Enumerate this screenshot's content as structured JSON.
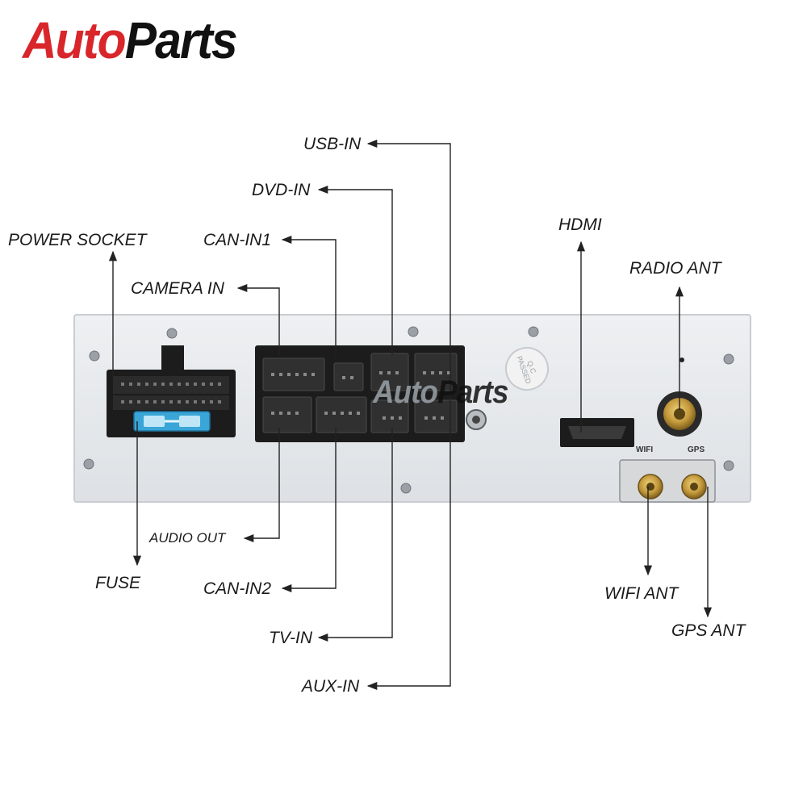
{
  "logo": {
    "part1": "Auto",
    "part2": "Parts"
  },
  "watermark": {
    "part1": "Auto",
    "part2": "Parts"
  },
  "qc_sticker": "Q.C PASSED",
  "port_labels": {
    "wifi": "WIFI",
    "gps": "GPS"
  },
  "labels": {
    "usb_in": "USB-IN",
    "dvd_in": "DVD-IN",
    "can_in1": "CAN-IN1",
    "power_socket": "POWER SOCKET",
    "camera_in": "CAMERA IN",
    "hdmi": "HDMI",
    "radio_ant": "RADIO ANT",
    "audio_out": "AUDIO OUT",
    "fuse": "FUSE",
    "can_in2": "CAN-IN2",
    "tv_in": "TV-IN",
    "aux_in": "AUX-IN",
    "wifi_ant": "WIFI ANT",
    "gps_ant": "GPS ANT"
  },
  "colors": {
    "brand_red": "#d8262b",
    "panel": "#e6e9ec",
    "connector": "#1c1c1c",
    "fuse_blue": "#3aa6d8",
    "antenna_gold": "#c49a3c"
  }
}
